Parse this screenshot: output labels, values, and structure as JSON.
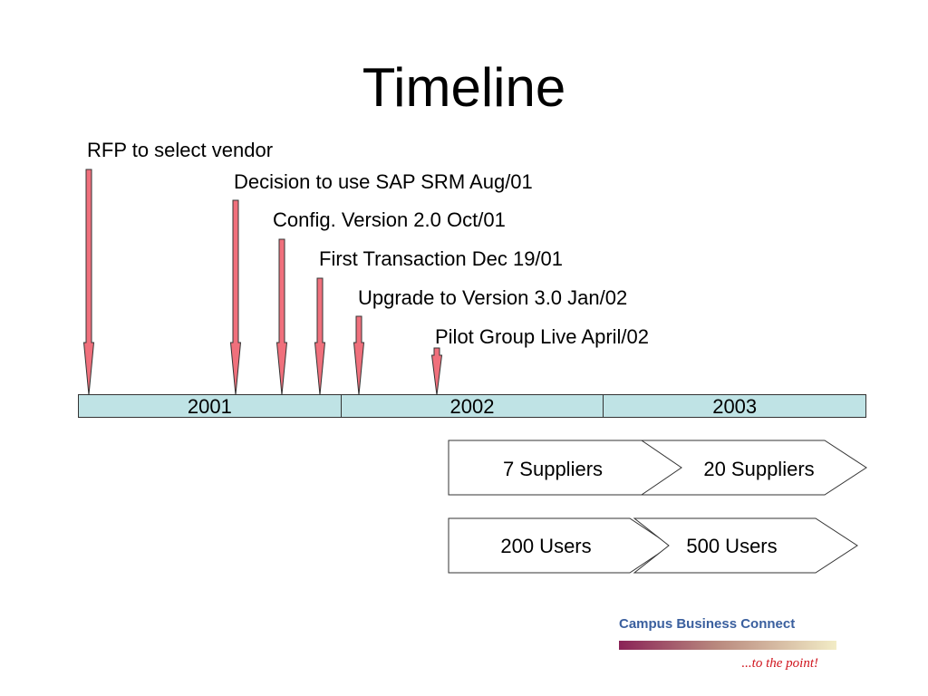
{
  "slide": {
    "title": "Timeline"
  },
  "milestones": [
    {
      "label": "RFP to select vendor"
    },
    {
      "label": "Decision to use SAP SRM Aug/01"
    },
    {
      "label": "Config. Version 2.0 Oct/01"
    },
    {
      "label": "First Transaction Dec 19/01"
    },
    {
      "label": "Upgrade to Version 3.0 Jan/02"
    },
    {
      "label": "Pilot Group Live April/02"
    }
  ],
  "years": [
    "2001",
    "2002",
    "2003"
  ],
  "phases": {
    "suppliers": [
      "7 Suppliers",
      "20 Suppliers"
    ],
    "users": [
      "200 Users",
      "500 Users"
    ]
  },
  "colors": {
    "arrow_fill": "#f0707c",
    "year_bar": "#bfe3e5",
    "brand_text": "#3a5f9e",
    "tagline_text": "#d0141d"
  },
  "footer": {
    "brand": "Campus Business Connect",
    "tagline": "...to the point!"
  }
}
